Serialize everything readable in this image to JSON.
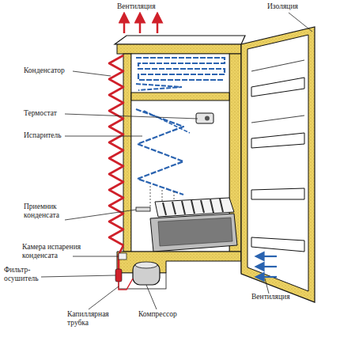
{
  "diagram": {
    "labels": [
      "Вентиляция",
      "Изоляция",
      "Конденсатор",
      "Термостат",
      "Испаритель",
      "Приемник конденсата",
      "Камера испарения конденсата",
      "Фильтр-осушитель",
      "Вентиляция",
      "Капиллярная трубка",
      "Компрессор"
    ]
  }
}
